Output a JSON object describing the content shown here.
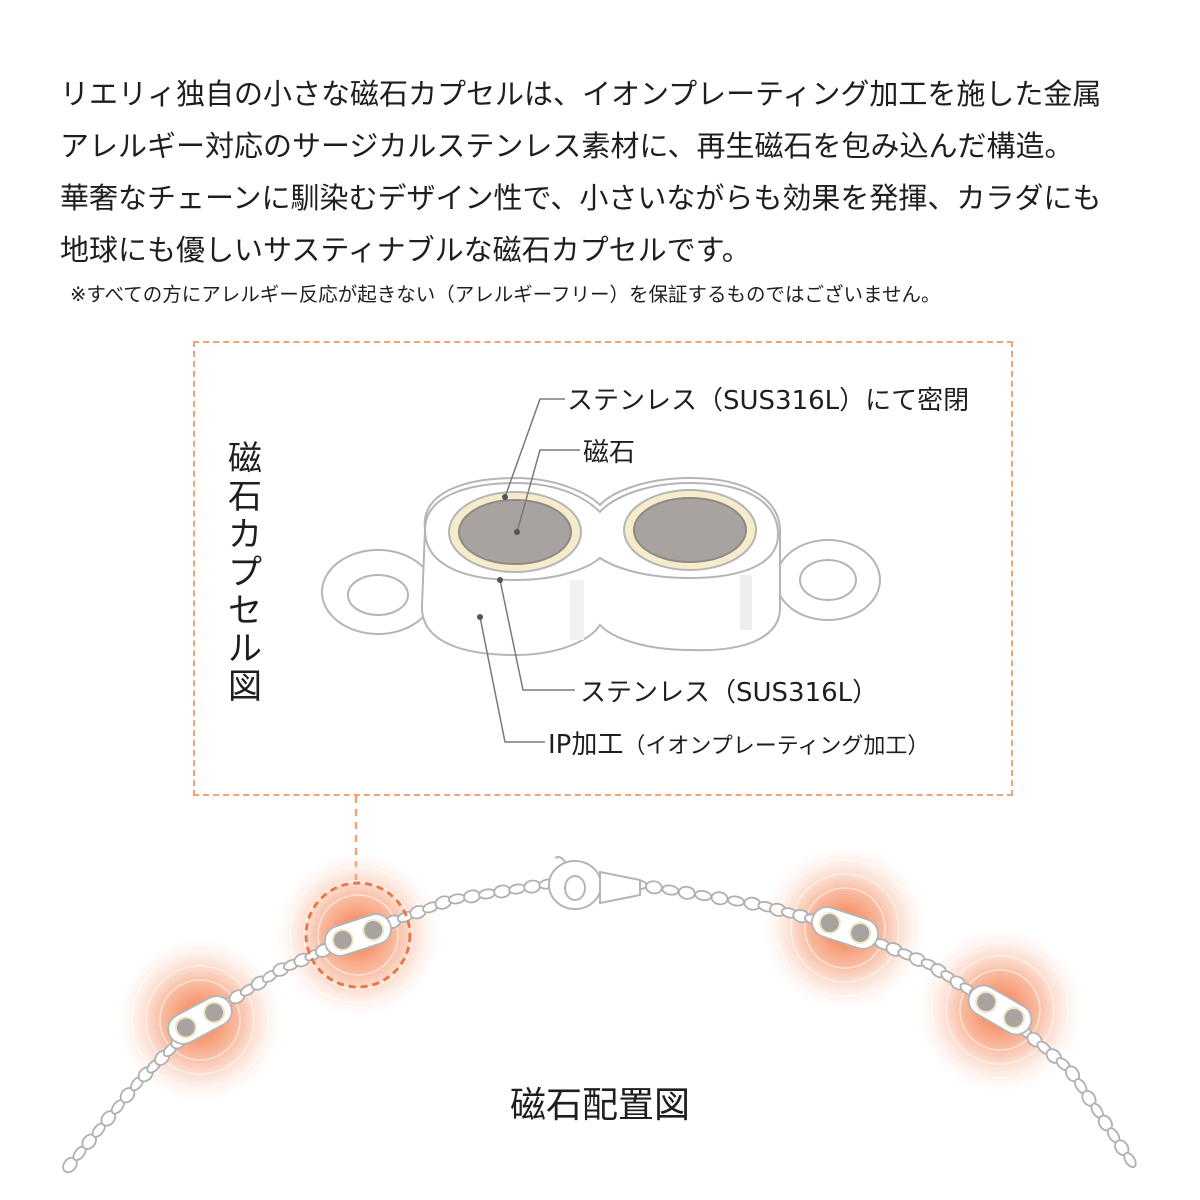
{
  "intro": {
    "lines": [
      "リエリィ独自の小さな磁石カプセルは、イオンプレーティング加工を施した金属",
      "アレルギー対応のサージカルステンレス素材に、再生磁石を包み込んだ構造。",
      "華奢なチェーンに馴染むデザイン性で、小さいながらも効果を発揮、カラダにも",
      "地球にも優しいサスティナブルな磁石カプセルです。"
    ],
    "note": "※すべての方にアレルギー反応が起きない（アレルギーフリー）を保証するものではございません。"
  },
  "capsule_diagram": {
    "title_chars": [
      "磁",
      "石",
      "カ",
      "プ",
      "セ",
      "ル",
      "図"
    ],
    "labels": {
      "sealed": "ステンレス（SUS316L）にて密閉",
      "magnet": "磁石",
      "stainless": "ステンレス（SUS316L）",
      "ip_main": "IP加工",
      "ip_sub": "（イオンプレーティング加工）"
    }
  },
  "placement_diagram": {
    "title": "磁石配置図"
  },
  "colors": {
    "dashed_border": "#f1a378",
    "glow": "#f47a4a",
    "magnet": "#a8a3a0",
    "gold_ring": "#f6eccb",
    "metal_outline": "#b7b7b7"
  }
}
